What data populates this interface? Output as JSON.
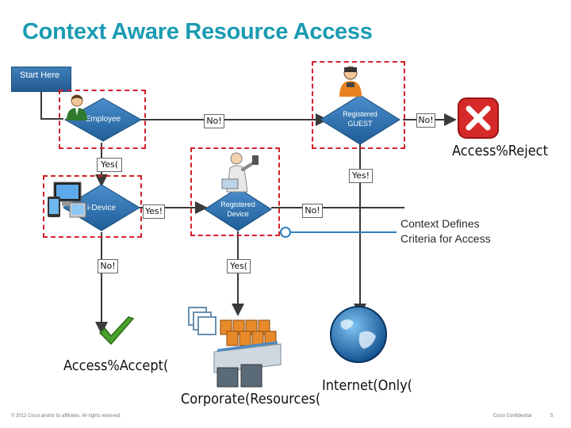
{
  "title": "Context Aware Resource Access",
  "start": "Start Here",
  "nodes": {
    "employee": "Employee",
    "idevice": "i-Device",
    "guest_line1": "Registered",
    "guest_line2": "GUEST",
    "regdev_line1": "Registered",
    "regdev_line2": "Device"
  },
  "edges": {
    "no1": "No!",
    "no2": "No!",
    "yes1": "Yes(",
    "yes2": "Yes!",
    "yes3": "Yes!",
    "no3": "No!",
    "no4": "No!",
    "yes4": "Yes("
  },
  "outcomes": {
    "reject": "Access%Reject",
    "accept": "Access%Accept(",
    "corporate": "Corporate(Resources(",
    "internet": "Internet(Only("
  },
  "callout": {
    "line1": "Context Defines",
    "line2": "Criteria for Access"
  },
  "footer": {
    "copyright": "© 2012 Cisco and/or its affiliates. All rights reserved.",
    "confidential": "Cisco Confidential",
    "page": "5"
  },
  "colors": {
    "title": "#1a9bb2",
    "diamond": "#2a6fae",
    "dashed_box": "#d3202b",
    "connector": "#3a3a3a",
    "callout_line": "#2f7fc0"
  }
}
